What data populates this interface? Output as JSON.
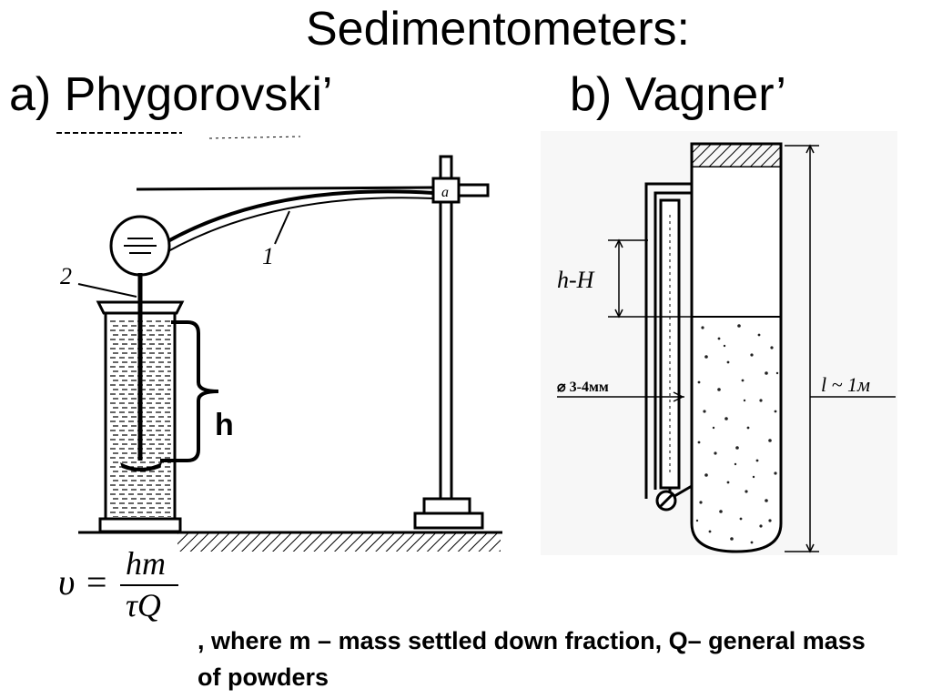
{
  "title": "Sedimentometers:",
  "subtitles": {
    "a": "a) Phygorovski’",
    "b": "b) Vagner’"
  },
  "figure_a": {
    "label_1": "1",
    "label_2": "2",
    "label_a": "a",
    "label_h": "h"
  },
  "figure_b": {
    "label_hH": "h-H",
    "label_diam": "⌀ 3-4мм",
    "label_l": "l ~ 1м"
  },
  "formula": {
    "lhs": "υ =",
    "numerator": "hm",
    "denominator": "τQ"
  },
  "caption": ", where m – mass settled down fraction, Q– general mass of powders"
}
